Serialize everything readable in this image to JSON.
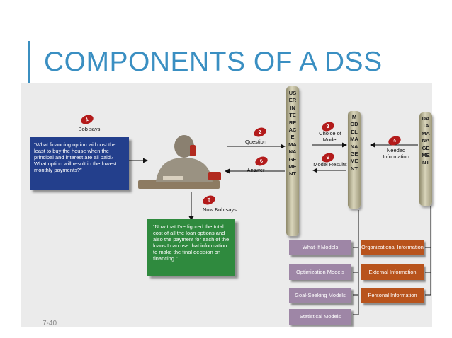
{
  "slide": {
    "title": "COMPONENTS OF A DSS",
    "page_number": "7-40"
  },
  "diagram": {
    "bob_says_label": "Bob says:",
    "question_text": "“What financing option will cost the least to buy the house when the principal and interest are all paid? What option will result in the lowest monthly payments?”",
    "now_bob_says_label": "Now Bob says:",
    "answer_text": "“Now that I’ve figured the total cost of all the loan options and also the payment for each of the loans I can use that information to make the final decision on financing.”",
    "flow_labels": {
      "question": "Question",
      "answer": "Answer",
      "choice_of_model": "Choice of Model",
      "model_results": "Model Results",
      "needed_information": "Needed Information"
    },
    "badges": [
      "1",
      "2",
      "3",
      "4",
      "5",
      "6",
      "7"
    ],
    "bars": {
      "user_interface": "USER INTERFACE MANAGEMENT",
      "model": "MODEL MANAGEMENT",
      "data": "DATA MANAGEMENT"
    },
    "models": [
      "What-If Models",
      "Optimization Models",
      "Goal-Seeking Models",
      "Statistical Models"
    ],
    "data_sources": [
      "Organizational Information",
      "External Information",
      "Personal Information"
    ],
    "colors": {
      "title": "#3a8fc2",
      "blue_box": "#233f8c",
      "green_box": "#2f8a3e",
      "model_box": "#9e86a6",
      "data_box": "#b8531c",
      "badge": "#b31b1b"
    }
  }
}
